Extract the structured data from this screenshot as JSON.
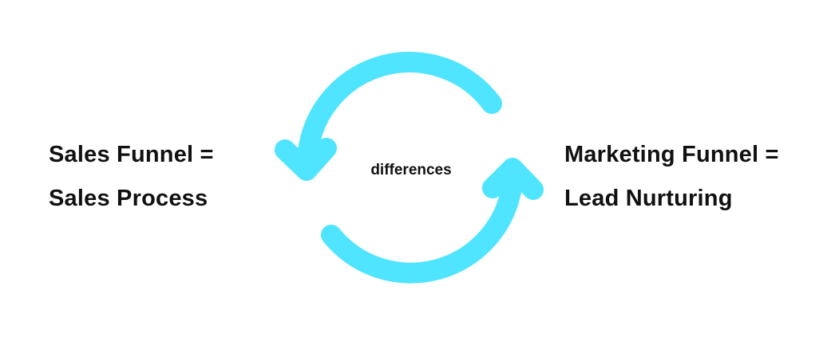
{
  "left_label": {
    "line1": "Sales Funnel =",
    "line2": "Sales Process"
  },
  "right_label": {
    "line1": "Marketing Funnel =",
    "line2": "Lead Nurturing"
  },
  "center_label": "differences",
  "colors": {
    "arrow": "#4FE4FF",
    "text": "#111111",
    "background": "#ffffff"
  },
  "icons": [
    "cycle-arrow-icon"
  ]
}
